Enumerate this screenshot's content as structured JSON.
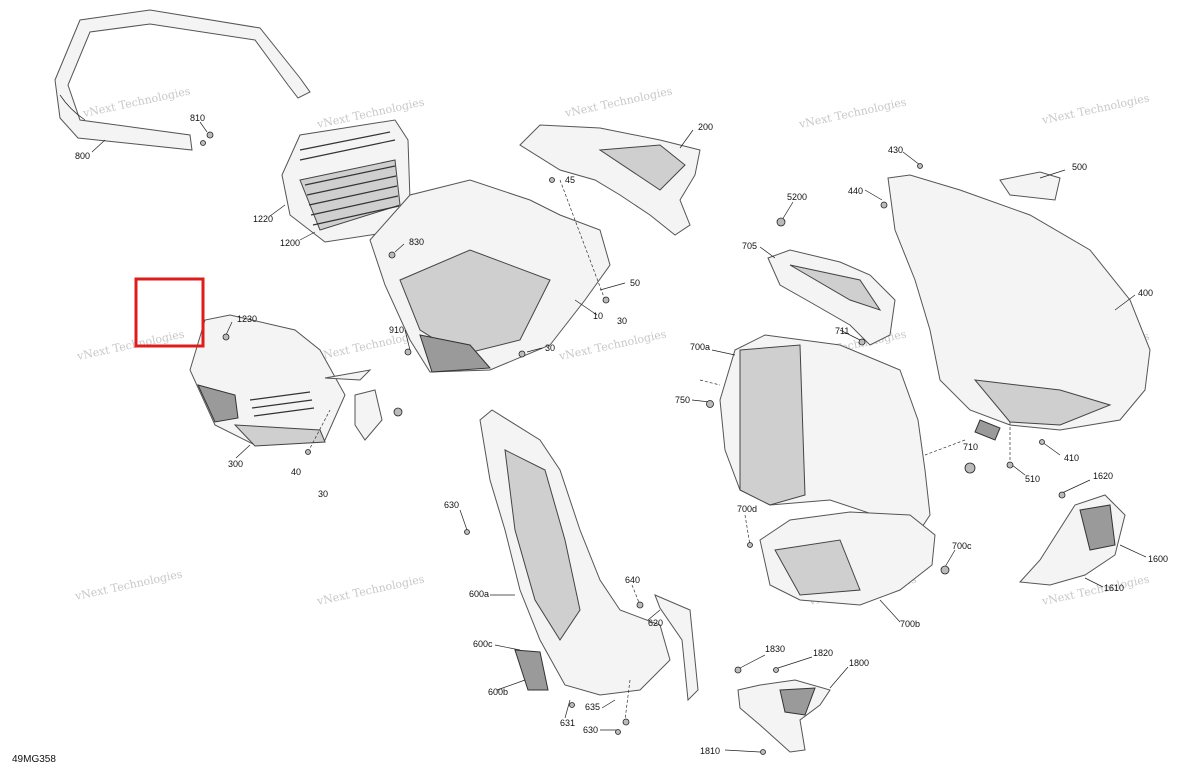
{
  "diagram_id": "49MG358",
  "highlight_color": "#e01b1b",
  "watermark_text": "vNext Technologies",
  "callouts": {
    "c800": "800",
    "c810": "810",
    "c1220": "1220",
    "c1200": "1200",
    "c830": "830",
    "c45": "45",
    "c200": "200",
    "c50": "50",
    "c10": "10",
    "c30a": "30",
    "c910": "910",
    "c30b": "30",
    "c1230": "1230",
    "c300": "300",
    "c40": "40",
    "c30c": "30",
    "c5200": "5200",
    "c705": "705",
    "c711": "711",
    "c430": "430",
    "c440": "440",
    "c500": "500",
    "c400": "400",
    "c700a": "700a",
    "c750": "750",
    "c410": "410",
    "c710": "710",
    "c510": "510",
    "c630": "630",
    "c640": "640",
    "c600a": "600a",
    "c620": "620",
    "c600c": "600c",
    "c600b": "600b",
    "c631": "631",
    "c635": "635",
    "c630b": "630",
    "c700d": "700d",
    "c700c": "700c",
    "c700b": "700b",
    "c1620": "1620",
    "c1600": "1600",
    "c1610": "1610",
    "c1830": "1830",
    "c1820": "1820",
    "c1800": "1800",
    "c1810": "1810"
  }
}
